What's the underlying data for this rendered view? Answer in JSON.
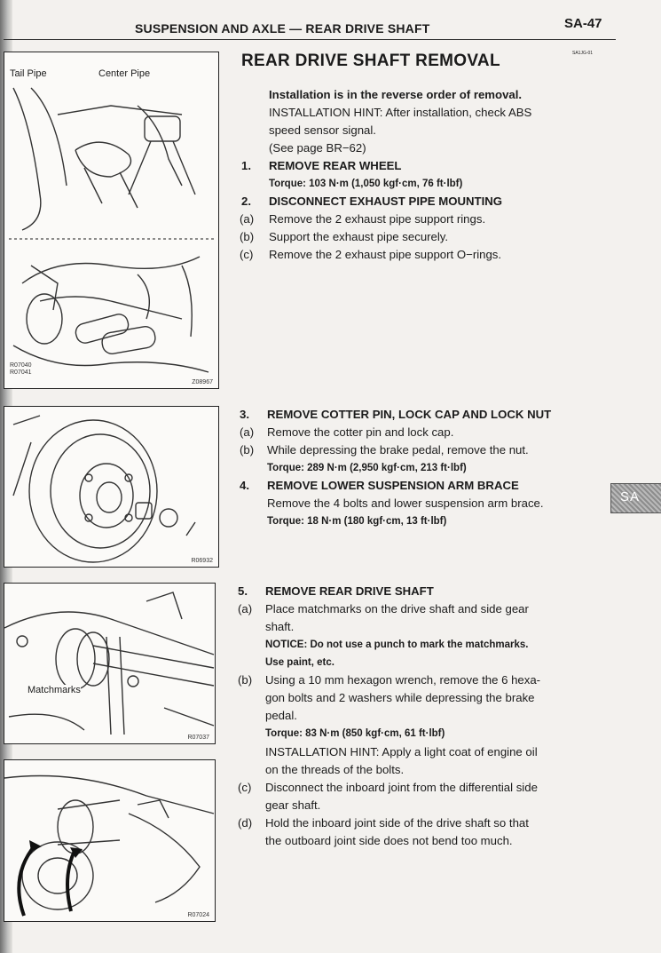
{
  "header": {
    "title": "SUSPENSION AND AXLE — REAR DRIVE SHAFT",
    "page": "SA-47"
  },
  "section": {
    "title": "REAR DRIVE SHAFT REMOVAL",
    "ref_code": "SA1JG-01"
  },
  "side_tab": "SA",
  "figures": {
    "fig1": {
      "label_a": "Tail Pipe",
      "label_b": "Center Pipe",
      "code_l1": "R07040",
      "code_l2": "R07041",
      "code": "Z08967"
    },
    "fig2": {
      "code": "R06932"
    },
    "fig3": {
      "label": "Matchmarks",
      "code": "R07037"
    },
    "fig4": {
      "code": "R07024"
    }
  },
  "text": {
    "t1": "Installation is in the reverse order of removal.",
    "t2": "INSTALLATION HINT: After installation, check ABS",
    "t3": "speed sensor signal.",
    "t4": "(See page BR−62)",
    "s1n": "1.",
    "s1": "REMOVE REAR WHEEL",
    "s1t": "Torque: 103 N·m (1,050 kgf·cm, 76 ft·lbf)",
    "s2n": "2.",
    "s2": "DISCONNECT EXHAUST PIPE MOUNTING",
    "s2an": "(a)",
    "s2a": "Remove the 2 exhaust pipe support rings.",
    "s2bn": "(b)",
    "s2b": "Support the exhaust pipe securely.",
    "s2cn": "(c)",
    "s2c": "Remove the 2 exhaust pipe support O−rings.",
    "s3n": "3.",
    "s3": "REMOVE COTTER PIN, LOCK CAP AND LOCK NUT",
    "s3an": "(a)",
    "s3a": "Remove the cotter pin and lock cap.",
    "s3bn": "(b)",
    "s3b": "While depressing the brake pedal, remove the nut.",
    "s3t": "Torque: 289 N·m (2,950 kgf·cm, 213 ft·lbf)",
    "s4n": "4.",
    "s4": "REMOVE LOWER SUSPENSION ARM BRACE",
    "s4a": "Remove the 4 bolts and lower suspension arm brace.",
    "s4t": "Torque: 18 N·m (180 kgf·cm, 13 ft·lbf)",
    "s5n": "5.",
    "s5": "REMOVE REAR DRIVE SHAFT",
    "s5an": "(a)",
    "s5a1": "Place matchmarks on the drive shaft and side gear",
    "s5a2": "shaft.",
    "s5notice1": "NOTICE: Do not use a punch to mark the matchmarks.",
    "s5notice2": "Use paint, etc.",
    "s5bn": "(b)",
    "s5b1": "Using a 10 mm hexagon wrench, remove the 6 hexa-",
    "s5b2": "gon bolts and 2 washers while depressing the brake",
    "s5b3": "pedal.",
    "s5t": "Torque: 83 N·m (850 kgf·cm, 61 ft·lbf)",
    "s5h1": "INSTALLATION HINT: Apply a light coat of engine oil",
    "s5h2": "on the threads of the bolts.",
    "s5cn": "(c)",
    "s5c1": "Disconnect the inboard joint from the differential side",
    "s5c2": "gear shaft.",
    "s5dn": "(d)",
    "s5d1": "Hold the inboard joint side of the drive shaft so that",
    "s5d2": "the outboard joint side does not bend too much."
  }
}
